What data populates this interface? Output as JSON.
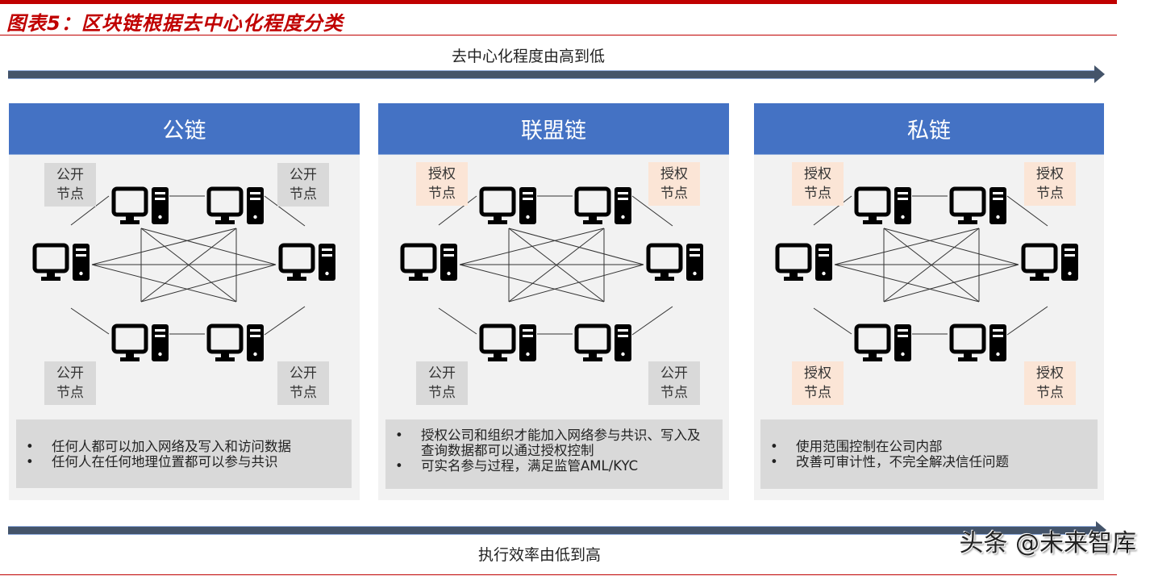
{
  "figure": {
    "title": "图表5：区块链根据去中心化程度分类",
    "top_axis_label": "去中心化程度由高到低",
    "bottom_axis_label": "执行效率由低到高",
    "watermark": "头条 @未来智库"
  },
  "colors": {
    "accent_red": "#c00000",
    "header_blue": "#4472c4",
    "arrow_navy": "#44546a",
    "panel_bg": "#f2f2f2",
    "desc_bg": "#d9d9d9",
    "public_tag_bg": "#d9d9d9",
    "auth_tag_bg": "#fbe5d6"
  },
  "panels": [
    {
      "title": "公链",
      "tags": {
        "top_left": "公开节点",
        "top_right": "公开节点",
        "bottom_left": "公开节点",
        "bottom_right": "公开节点"
      },
      "tag_types": {
        "top": "public",
        "bottom": "public"
      },
      "bullets": [
        "任何人都可以加入网络及写入和访问数据",
        "任何人在任何地理位置都可以参与共识"
      ]
    },
    {
      "title": "联盟链",
      "tags": {
        "top_left": "授权节点",
        "top_right": "授权节点",
        "bottom_left": "公开节点",
        "bottom_right": "公开节点"
      },
      "tag_types": {
        "top": "auth",
        "bottom": "public"
      },
      "bullets": [
        "授权公司和组织才能加入网络参与共识、写入及查询数据都可以通过授权控制",
        "可实名参与过程，满足监管AML/KYC"
      ]
    },
    {
      "title": "私链",
      "tags": {
        "top_left": "授权节点",
        "top_right": "授权节点",
        "bottom_left": "授权节点",
        "bottom_right": "授权节点"
      },
      "tag_types": {
        "top": "auth",
        "bottom": "auth"
      },
      "bullets": [
        "使用范围控制在公司内部",
        "改善可审计性，不完全解决信任问题"
      ]
    }
  ],
  "tag_lines": {
    "public": [
      "公开",
      "节点"
    ],
    "auth": [
      "授权",
      "节点"
    ]
  }
}
